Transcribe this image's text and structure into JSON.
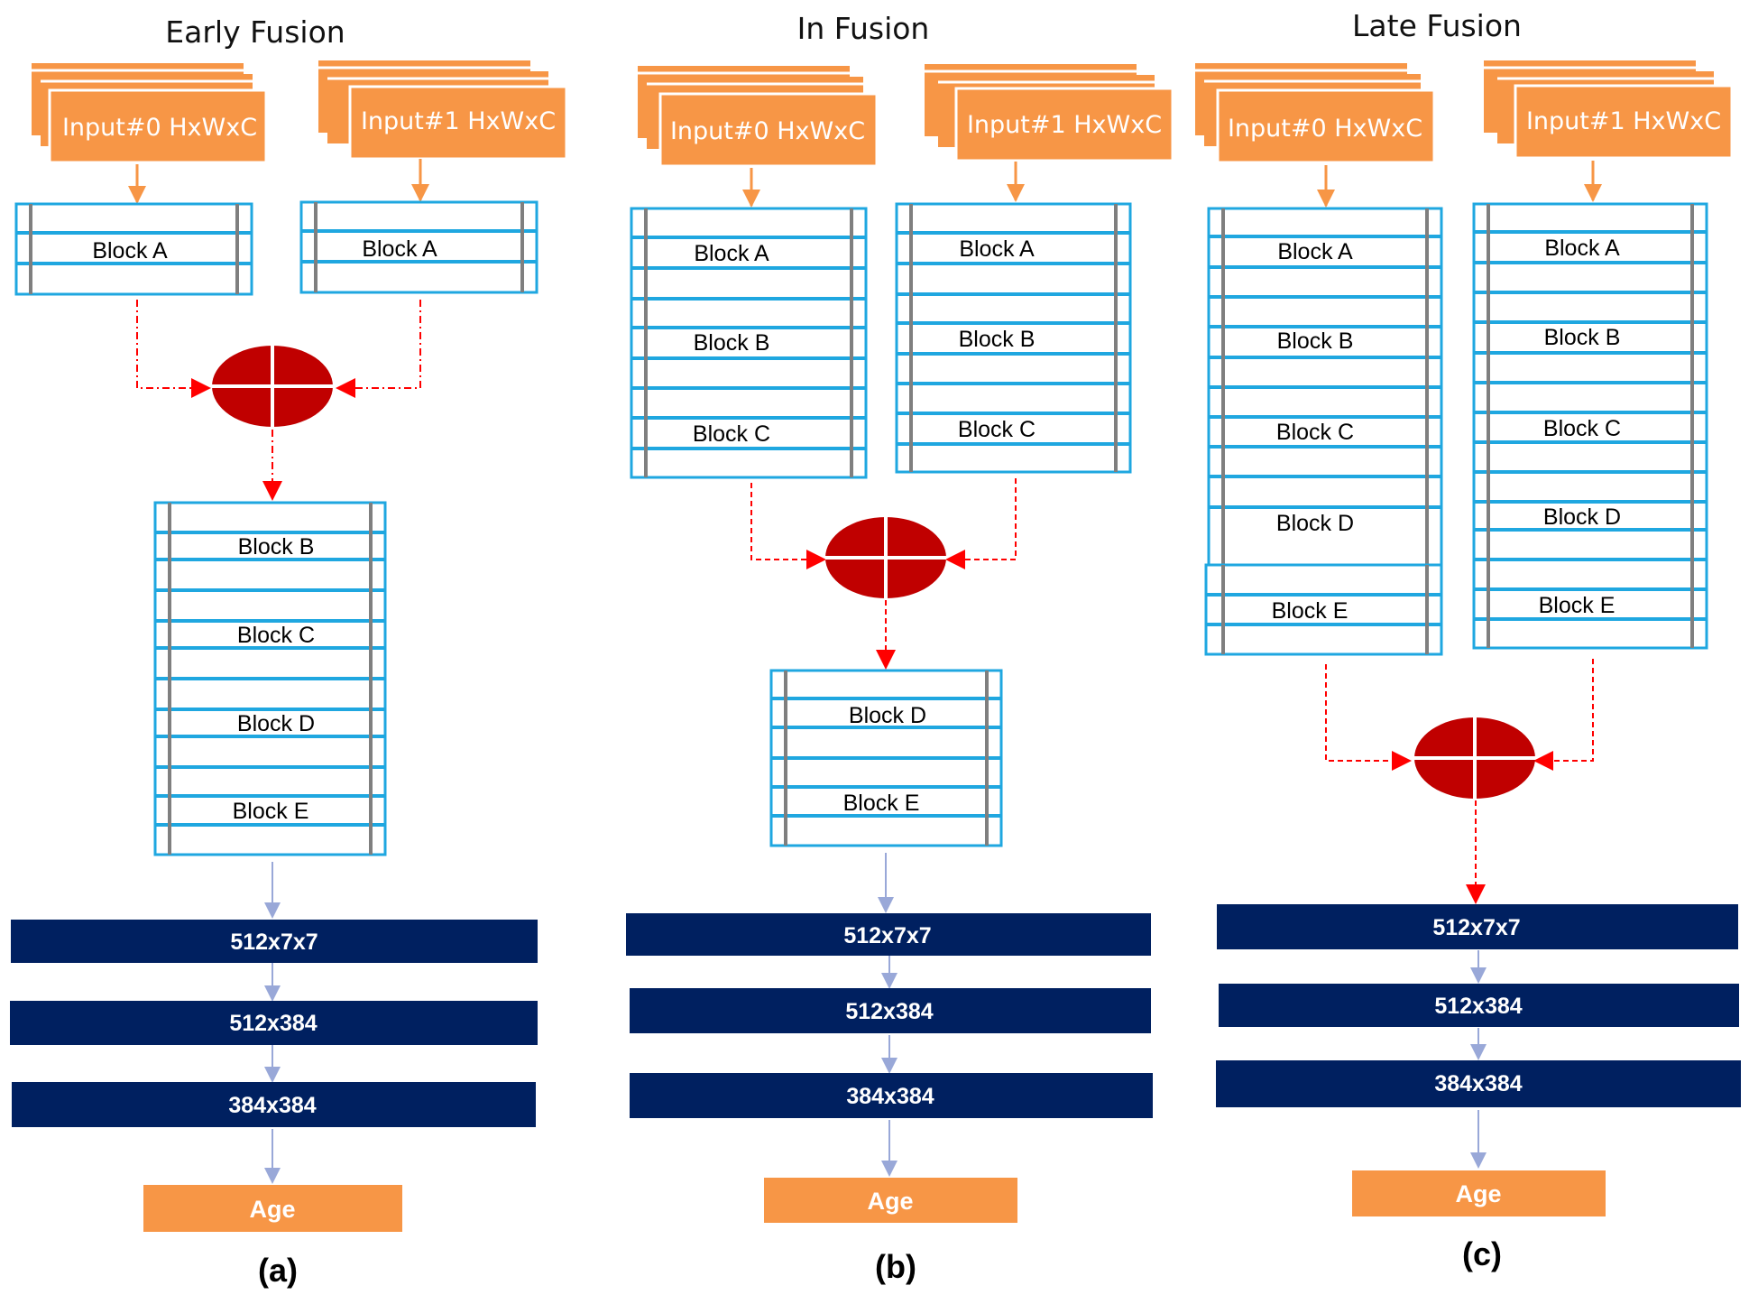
{
  "panels": [
    {
      "title": "Early Fusion",
      "caption": "(a)",
      "input0": "Input#0 HxWxC",
      "input1": "Input#1 HxWxC",
      "branch_blocks": [
        "Block A"
      ],
      "merged_blocks": [
        "Block B",
        "Block C",
        "Block D",
        "Block E"
      ],
      "layers": [
        "512x7x7",
        "512x384",
        "384x384"
      ],
      "output": "Age"
    },
    {
      "title": "In Fusion",
      "caption": "(b)",
      "input0": "Input#0 HxWxC",
      "input1": "Input#1 HxWxC",
      "branch_blocks": [
        "Block A",
        "Block B",
        "Block C"
      ],
      "merged_blocks": [
        "Block D",
        "Block E"
      ],
      "layers": [
        "512x7x7",
        "512x384",
        "384x384"
      ],
      "output": "Age"
    },
    {
      "title": "Late Fusion",
      "caption": "(c)",
      "input0": "Input#0 HxWxC",
      "input1": "Input#1 HxWxC",
      "branch_blocks": [
        "Block A",
        "Block B",
        "Block C",
        "Block D",
        "Block E"
      ],
      "merged_blocks": [],
      "layers": [
        "512x7x7",
        "512x384",
        "384x384"
      ],
      "output": "Age"
    }
  ],
  "colors": {
    "input_fill": "#f79646",
    "block_stroke": "#1fa7e0",
    "block_bar": "#7f7f7f",
    "fusion_fill": "#c00000",
    "fusion_arrow": "#ff0000",
    "layer_fill": "#002060",
    "flow_arrow": "#99a8d8",
    "input_arrow": "#f79646"
  }
}
